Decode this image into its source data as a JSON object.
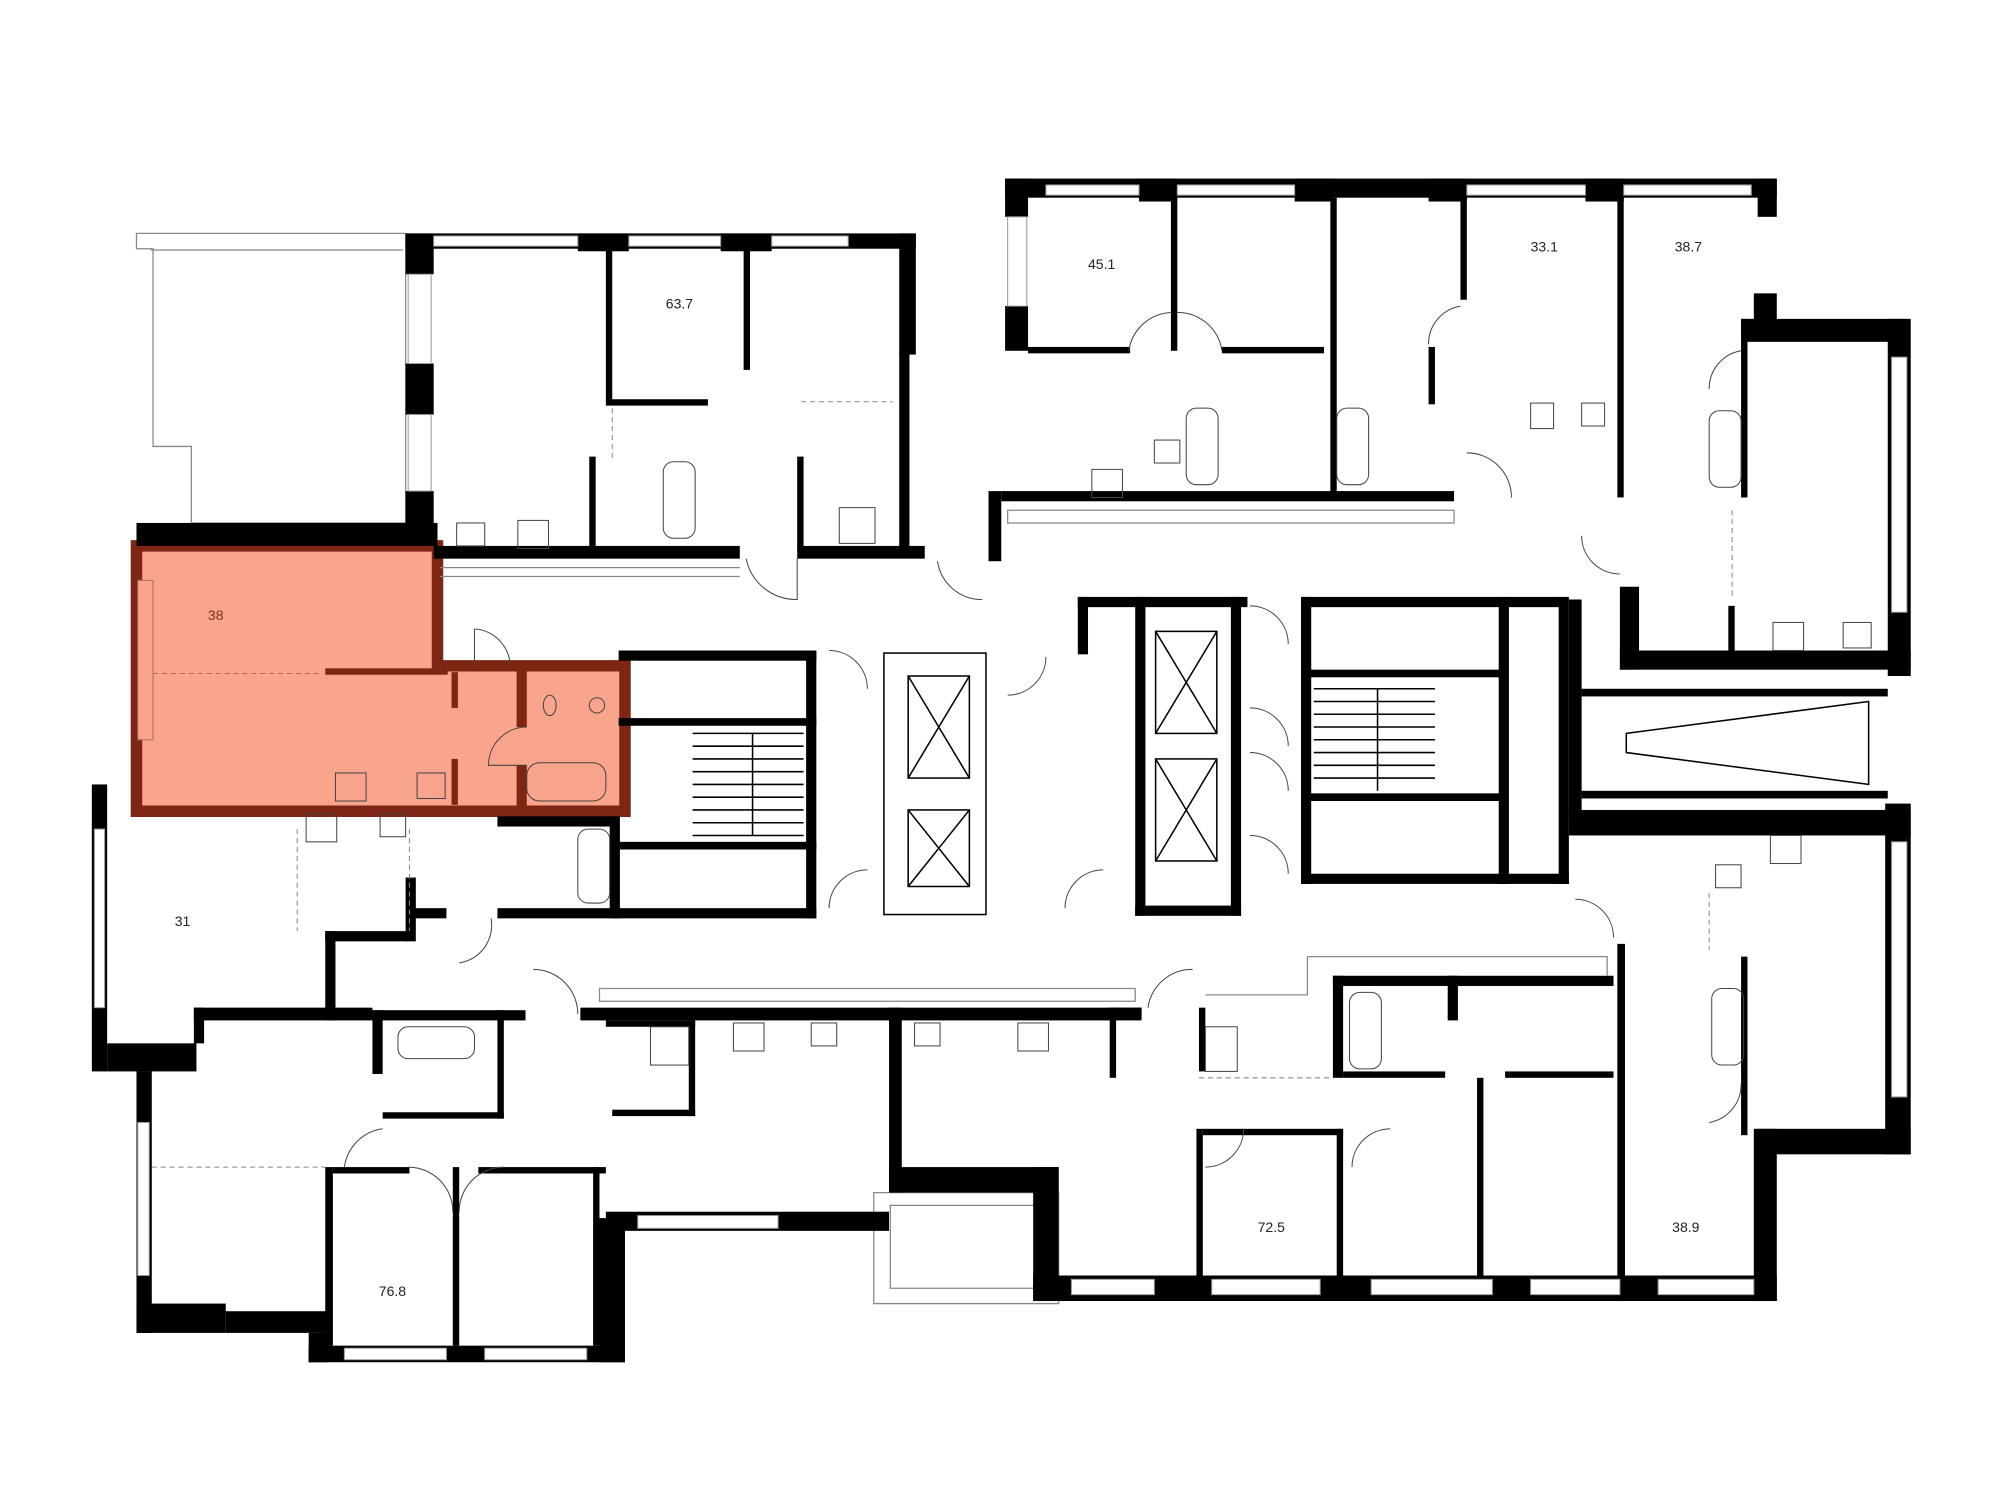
{
  "plan": {
    "colors": {
      "highlight_fill": "#F9A58E",
      "highlight_wall": "#7E2613",
      "wall": "#000000",
      "background": "#FFFFFF"
    },
    "apartments": [
      {
        "id": "apt-38",
        "area": "38",
        "highlighted": true
      },
      {
        "id": "apt-63-7",
        "area": "63.7",
        "highlighted": false
      },
      {
        "id": "apt-45-1",
        "area": "45.1",
        "highlighted": false
      },
      {
        "id": "apt-33-1",
        "area": "33.1",
        "highlighted": false
      },
      {
        "id": "apt-38-7",
        "area": "38.7",
        "highlighted": false
      },
      {
        "id": "apt-31",
        "area": "31",
        "highlighted": false
      },
      {
        "id": "apt-76-8",
        "area": "76.8",
        "highlighted": false
      },
      {
        "id": "apt-72-5",
        "area": "72.5",
        "highlighted": false
      },
      {
        "id": "apt-38-9",
        "area": "38.9",
        "highlighted": false
      }
    ]
  }
}
